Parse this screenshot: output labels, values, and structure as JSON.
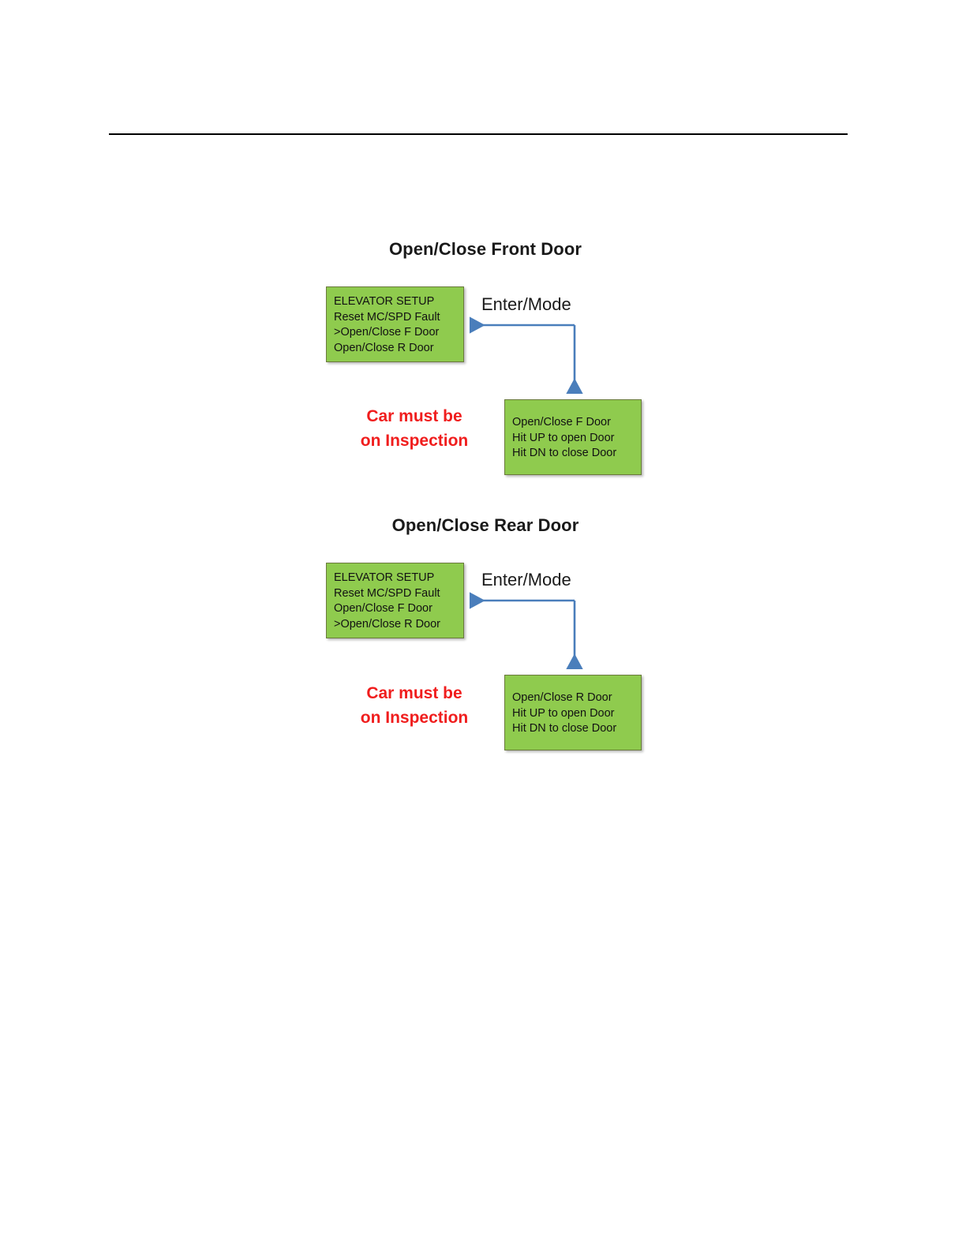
{
  "document": {
    "has_header_rule": true,
    "background_color": "#ffffff",
    "accent_green": "#8FCB4E",
    "accent_green_border": "#6A7A3C",
    "arrow_color": "#4A7EBB",
    "warning_color": "#F01D1D"
  },
  "sections": [
    {
      "id": "front-door",
      "title": "Open/Close Front Door",
      "menu_box": {
        "name": "elevator-setup-menu-front",
        "lines": [
          "ELEVATOR SETUP",
          "Reset MC/SPD Fault",
          ">Open/Close F Door",
          "Open/Close R Door"
        ]
      },
      "transition_label": "Enter/Mode",
      "action_box": {
        "name": "open-close-front-door-screen",
        "lines": [
          "Open/Close F Door",
          "Hit UP to open Door",
          "Hit DN to close Door"
        ]
      },
      "warning": {
        "line1": "Car must be",
        "line2": "on Inspection"
      }
    },
    {
      "id": "rear-door",
      "title": "Open/Close Rear Door",
      "menu_box": {
        "name": "elevator-setup-menu-rear",
        "lines": [
          "ELEVATOR SETUP",
          "Reset MC/SPD Fault",
          "Open/Close F Door",
          ">Open/Close R Door"
        ]
      },
      "transition_label": "Enter/Mode",
      "action_box": {
        "name": "open-close-rear-door-screen",
        "lines": [
          "Open/Close R Door",
          "Hit UP to open Door",
          "Hit DN to close Door"
        ]
      },
      "warning": {
        "line1": "Car must be",
        "line2": "on Inspection"
      }
    }
  ]
}
